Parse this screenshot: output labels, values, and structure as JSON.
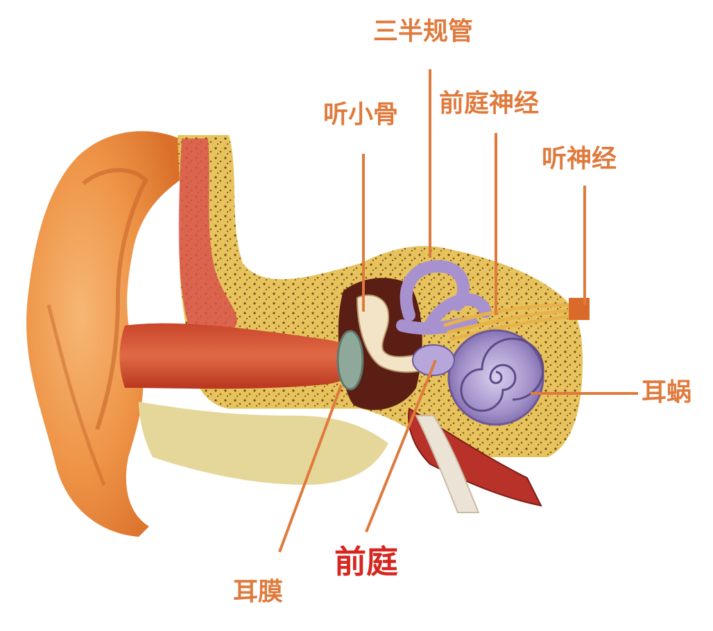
{
  "labels": {
    "semicircular_canals": "三半规管",
    "ossicles": "听小骨",
    "vestibular_nerve": "前庭神经",
    "auditory_nerve": "听神经",
    "cochlea": "耳蜗",
    "eardrum": "耳膜",
    "vestibule": "前庭"
  },
  "colors": {
    "label_orange": "#e07a3c",
    "label_red": "#d6261f",
    "leader_line": "#e07a3c"
  }
}
